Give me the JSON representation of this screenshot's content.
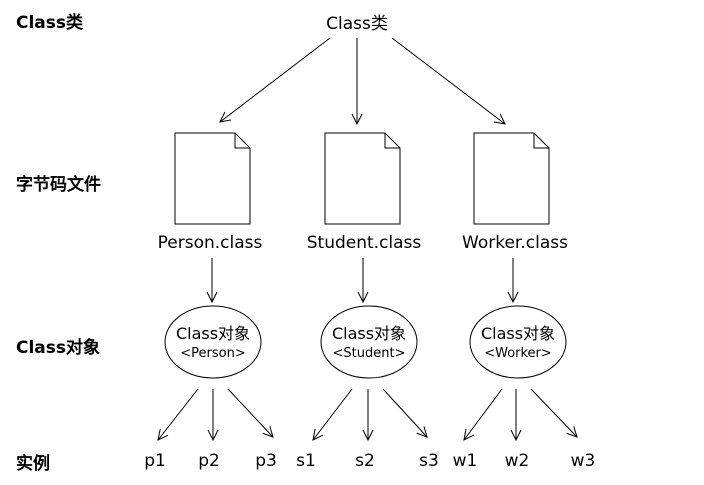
{
  "row_labels": {
    "class": "Class类",
    "bytecode": "字节码文件",
    "class_object": "Class对象",
    "instance": "实例"
  },
  "root": "Class类",
  "files": [
    "Person.class",
    "Student.class",
    "Worker.class"
  ],
  "objects": [
    {
      "title": "Class对象",
      "sub": "<Person>"
    },
    {
      "title": "Class对象",
      "sub": "<Student>"
    },
    {
      "title": "Class对象",
      "sub": "<Worker>"
    }
  ],
  "instances": [
    "p1",
    "p2",
    "p3",
    "s1",
    "s2",
    "s3",
    "w1",
    "w2",
    "w3"
  ]
}
